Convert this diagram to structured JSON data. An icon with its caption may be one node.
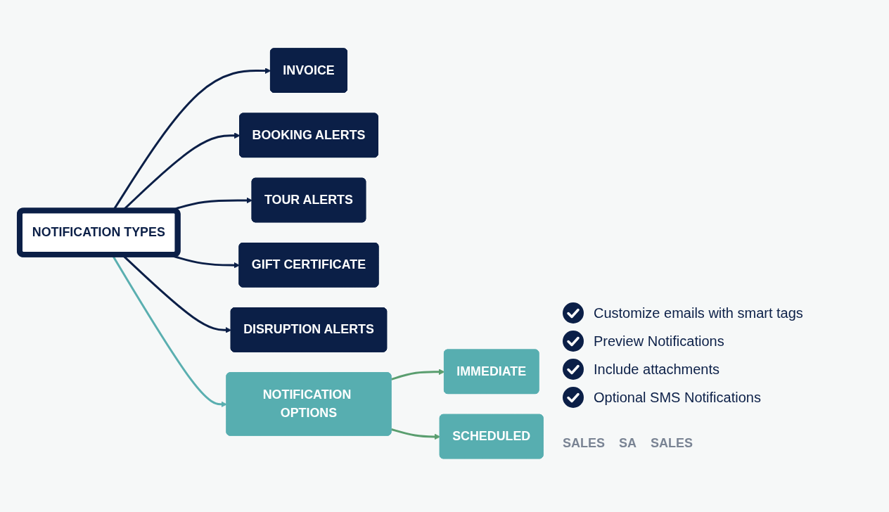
{
  "diagram": {
    "nodes": [
      {
        "text": [
          "NOTIFICATION TYPES"
        ]
      },
      {
        "text": [
          "INVOICE"
        ]
      },
      {
        "text": [
          "BOOKING ALERTS"
        ]
      },
      {
        "text": [
          "TOUR ALERTS"
        ]
      },
      {
        "text": [
          "GIFT CERTIFICATE"
        ]
      },
      {
        "text": [
          "DISRUPTION ALERTS"
        ]
      },
      {
        "text": [
          "NOTIFICATION OPTIONS"
        ]
      },
      {
        "text": [
          "IMMEDIATE"
        ]
      },
      {
        "text": [
          "SCHEDULED"
        ]
      }
    ],
    "edges": [
      {
        "from": 0,
        "to": 1,
        "arrow": "to"
      },
      {
        "from": 0,
        "to": 2,
        "arrow": "to"
      },
      {
        "from": 0,
        "to": 3,
        "arrow": "to"
      },
      {
        "from": 0,
        "to": 4,
        "arrow": "to"
      },
      {
        "from": 0,
        "to": 5,
        "arrow": "to"
      },
      {
        "from": 0,
        "to": 6,
        "arrow": "to",
        "color": "#5aafb0"
      },
      {
        "from": 6,
        "to": 7,
        "arrow": "to",
        "color": "#5a9e6f"
      },
      {
        "from": 6,
        "to": 8,
        "arrow": "to",
        "color": "#5a9e6f"
      }
    ],
    "labels": [
      "Customize emails with smart tags",
      "Preview Notifications",
      "Include attachments",
      "Optional SMS Notifications",
      "SALES",
      "SA",
      "SALES"
    ]
  }
}
